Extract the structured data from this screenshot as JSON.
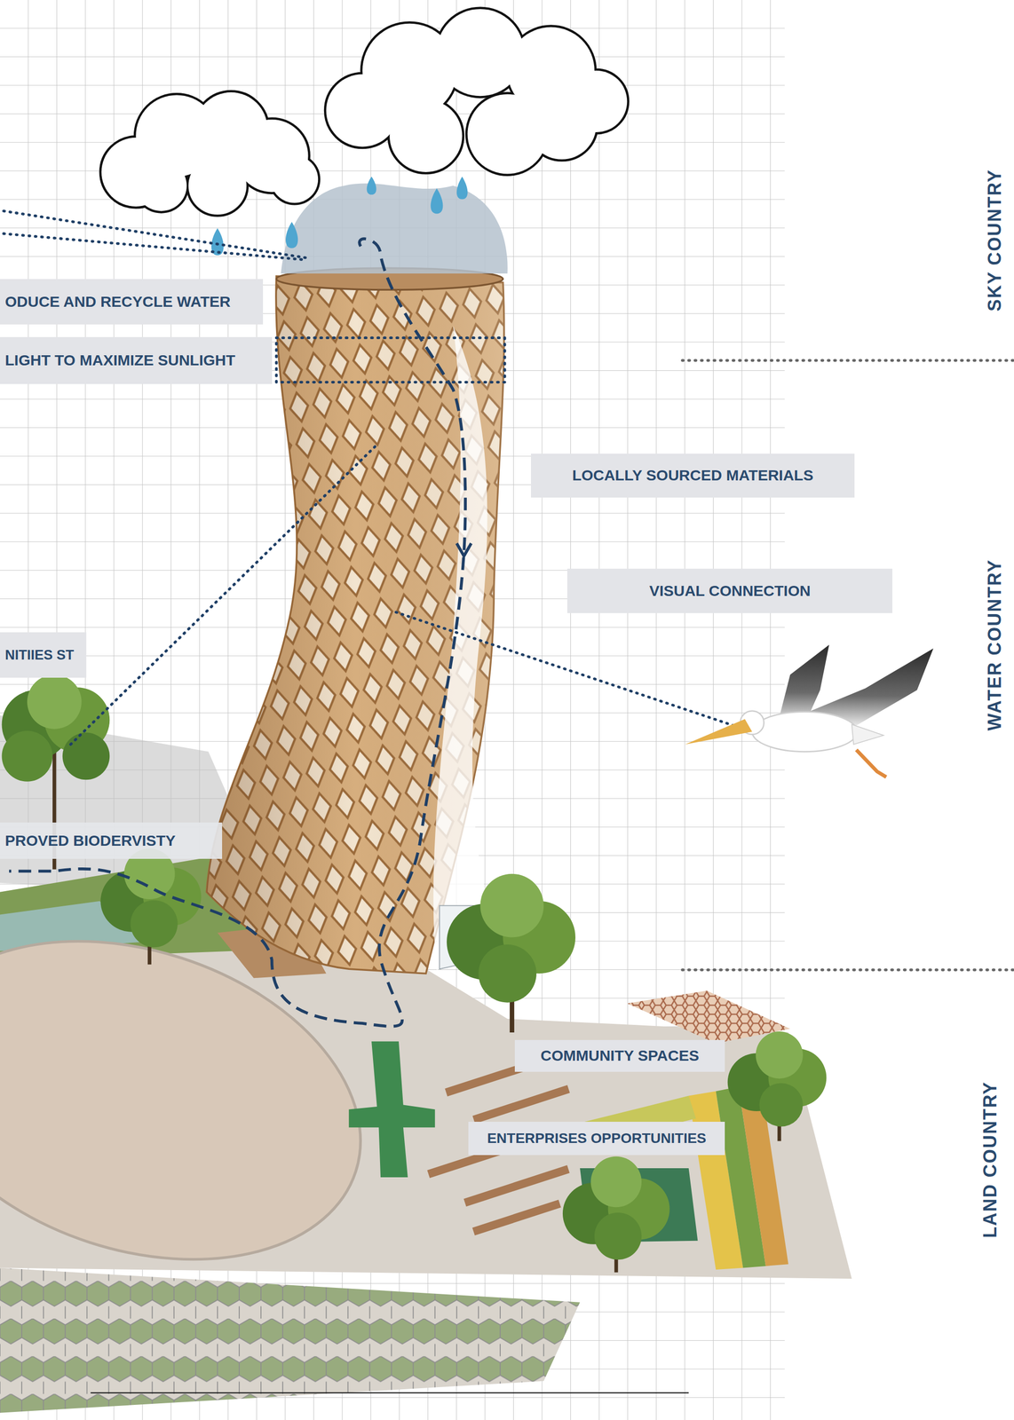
{
  "diagram": {
    "nodes": [
      {
        "text": [
          "ODUCE AND RECYCLE WATER"
        ]
      },
      {
        "text": [
          "LIGHT TO MAXIMIZE SUNLIGHT"
        ]
      },
      {
        "text": [
          "LOCALLY SOURCED MATERIALS"
        ]
      },
      {
        "text": [
          "VISUAL CONNECTION"
        ]
      },
      {
        "text": [
          "NITIIES ST"
        ]
      },
      {
        "text": [
          "PROVED BIODERVISTY"
        ]
      },
      {
        "text": [
          "COMMUNITY SPACES"
        ]
      },
      {
        "text": [
          "ENTERPRISES OPPORTUNITIES"
        ]
      }
    ],
    "labels": [
      "SKY COUNTRY",
      "WATER COUNTRY",
      "LAND COUNTRY"
    ]
  }
}
